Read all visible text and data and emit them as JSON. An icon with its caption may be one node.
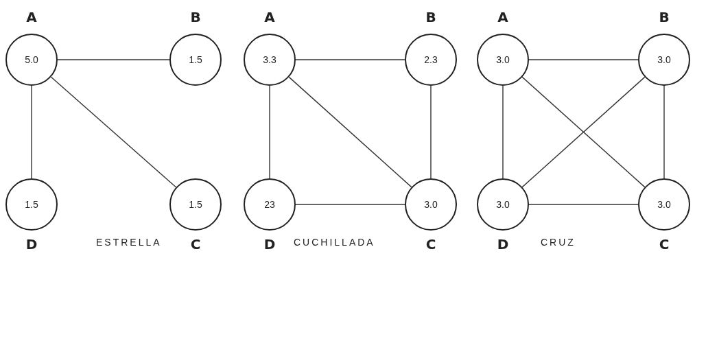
{
  "diagram": {
    "nodes": [
      {
        "text": [
          "A",
          "5.0"
        ]
      },
      {
        "text": [
          "B",
          "1.5"
        ]
      },
      {
        "text": [
          "1.5",
          "D"
        ]
      },
      {
        "text": [
          "1.5",
          "C"
        ]
      },
      {
        "text": [
          "A",
          "3.3"
        ]
      },
      {
        "text": [
          "B",
          "2.3"
        ]
      },
      {
        "text": [
          "23",
          "D"
        ]
      },
      {
        "text": [
          "3.0",
          "C"
        ]
      },
      {
        "text": [
          "A",
          "3.0"
        ]
      },
      {
        "text": [
          "B",
          "3.0"
        ]
      },
      {
        "text": [
          "3.0",
          "D"
        ]
      },
      {
        "text": [
          "3.0",
          "C"
        ]
      }
    ],
    "edges": [
      {
        "from": 0,
        "to": 1,
        "arrow": "none"
      },
      {
        "from": 0,
        "to": 2,
        "arrow": "none"
      },
      {
        "from": 0,
        "to": 3,
        "arrow": "none"
      },
      {
        "from": 4,
        "to": 5,
        "arrow": "none"
      },
      {
        "from": 4,
        "to": 6,
        "arrow": "none"
      },
      {
        "from": 4,
        "to": 7,
        "arrow": "none"
      },
      {
        "from": 5,
        "to": 7,
        "arrow": "none"
      },
      {
        "from": 6,
        "to": 7,
        "arrow": "none"
      },
      {
        "from": 8,
        "to": 9,
        "arrow": "none"
      },
      {
        "from": 8,
        "to": 10,
        "arrow": "none"
      },
      {
        "from": 8,
        "to": 11,
        "arrow": "none"
      },
      {
        "from": 9,
        "to": 10,
        "arrow": "none"
      },
      {
        "from": 9,
        "to": 11,
        "arrow": "none"
      },
      {
        "from": 10,
        "to": 11,
        "arrow": "none"
      }
    ],
    "labels": [
      "ESTRELLA",
      "CUCHILLADA",
      "CRUZ"
    ]
  }
}
